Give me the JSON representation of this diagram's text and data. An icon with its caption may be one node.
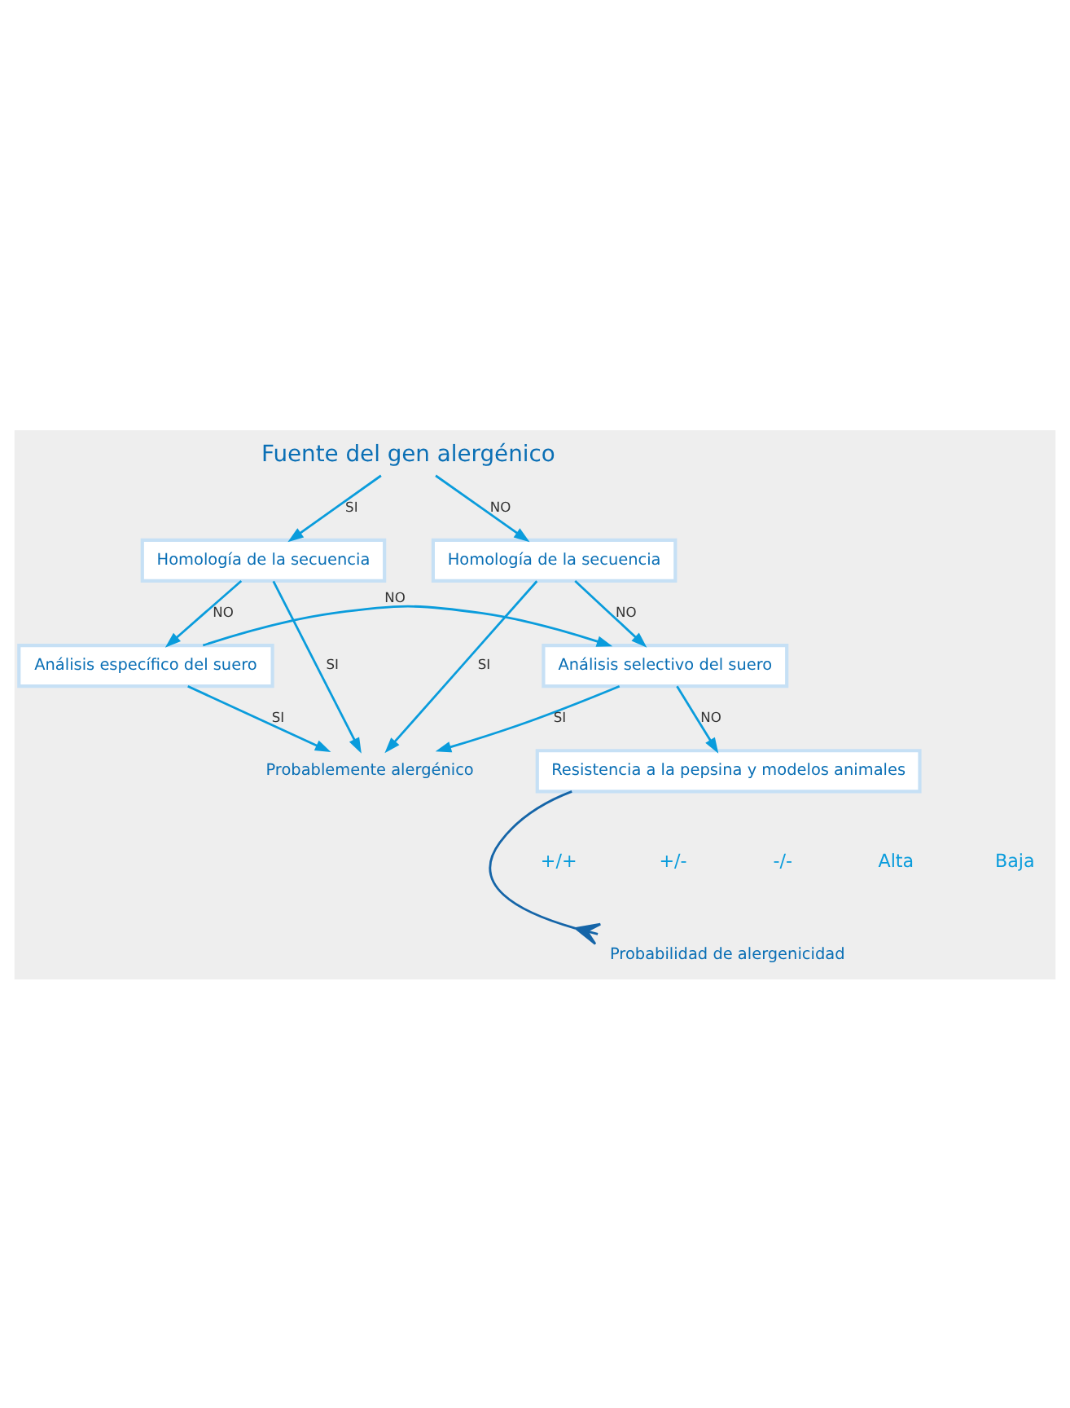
{
  "diagram": {
    "nodes": [
      {
        "text": [
          "Fuente del gen alergénico"
        ]
      },
      {
        "text": [
          "Homología de la secuencia"
        ]
      },
      {
        "text": [
          "Homología de la secuencia"
        ]
      },
      {
        "text": [
          "Análisis específico del suero"
        ]
      },
      {
        "text": [
          "Análisis selectivo del suero"
        ]
      },
      {
        "text": [
          "Resistencia a la pepsina y modelos animales"
        ]
      },
      {
        "text": [
          "Probablemente alergénico"
        ]
      },
      {
        "text": [
          "Probabilidad de alergenicidad"
        ]
      }
    ],
    "edges": [
      {
        "from": 0,
        "to": 1,
        "arrow": "to",
        "label": "SI"
      },
      {
        "from": 0,
        "to": 2,
        "arrow": "to",
        "label": "NO"
      },
      {
        "from": 1,
        "to": 6,
        "arrow": "to",
        "label": "SI"
      },
      {
        "from": 1,
        "to": 3,
        "arrow": "to",
        "label": "NO"
      },
      {
        "from": 2,
        "to": 6,
        "arrow": "to",
        "label": "SI"
      },
      {
        "from": 2,
        "to": 4,
        "arrow": "to",
        "label": "NO"
      },
      {
        "from": 3,
        "to": 4,
        "arrow": "to",
        "label": "NO"
      },
      {
        "from": 3,
        "to": 6,
        "arrow": "to",
        "label": "SI"
      },
      {
        "from": 4,
        "to": 6,
        "arrow": "to",
        "label": "SI"
      },
      {
        "from": 4,
        "to": 5,
        "arrow": "to",
        "label": "NO"
      },
      {
        "from": 5,
        "to": 7,
        "arrow": "other",
        "color": "#1565a8"
      }
    ],
    "labels": [
      "+/+",
      "+/-",
      "-/-",
      "Alta",
      "Baja"
    ]
  }
}
